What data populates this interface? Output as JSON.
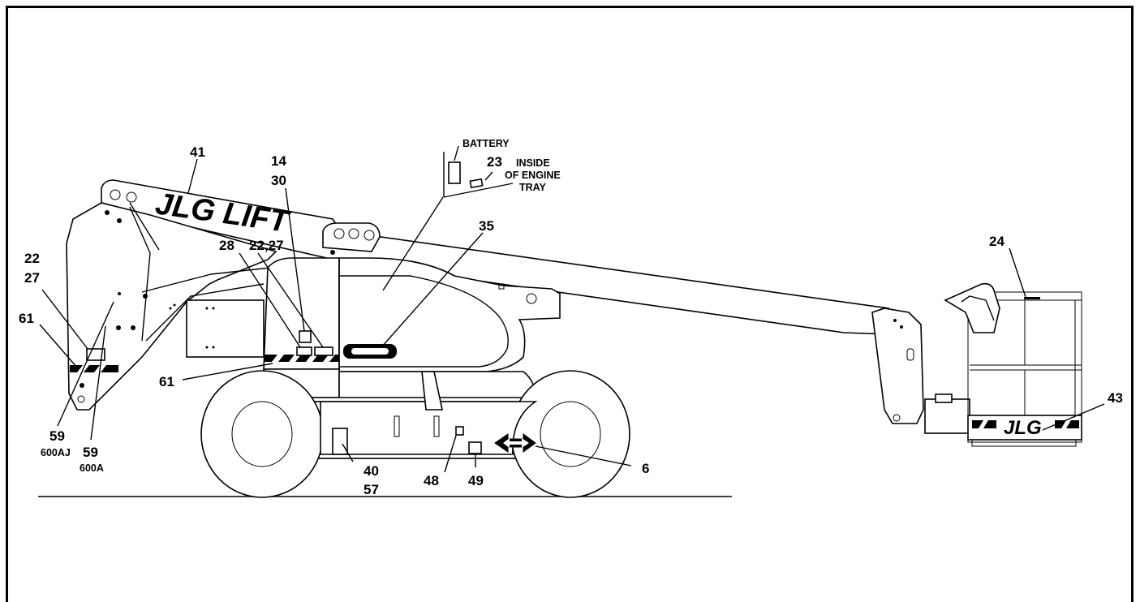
{
  "labels": {
    "n41": "41",
    "n14": "14",
    "n30": "30",
    "n28": "28",
    "n22_27_top": "22,27",
    "n35": "35",
    "n23": "23",
    "battery": "BATTERY",
    "inside1": "INSIDE",
    "inside2": "OF ENGINE",
    "inside3": "TRAY",
    "n22": "22",
    "n27": "27",
    "n61_left": "61",
    "n61_mid": "61",
    "n59_a": "59",
    "m600aj": "600AJ",
    "n59_b": "59",
    "m600a": "600A",
    "n40": "40",
    "n57": "57",
    "n48": "48",
    "n49": "49",
    "n6": "6",
    "n24": "24",
    "n43": "43"
  },
  "decals": {
    "boom_logo": "JLG LIFT",
    "platform_logo": "JLG"
  }
}
